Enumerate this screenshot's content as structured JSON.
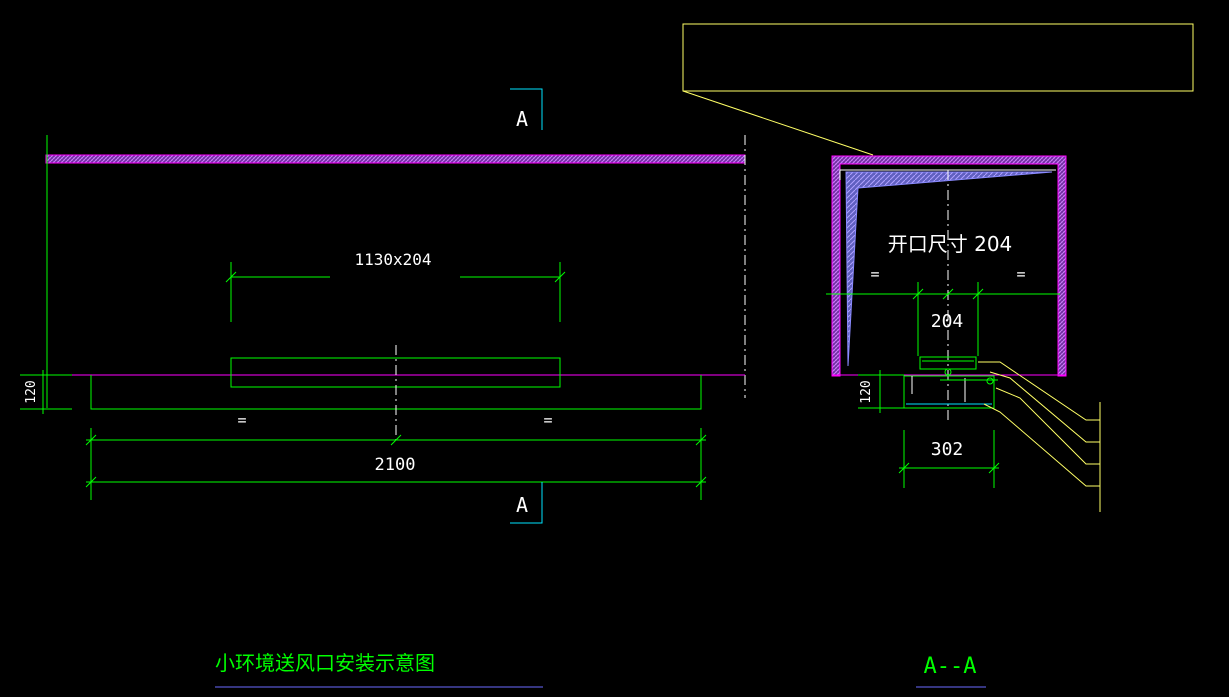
{
  "colors": {
    "background": "#000000",
    "green": "#00ff00",
    "magenta": "#ff00ff",
    "purple_hatch": "#a060ff",
    "white": "#ffffff",
    "yellow": "#ffff66",
    "cyan": "#00e5ff",
    "blue_underline": "#6a6aff"
  },
  "plan_view": {
    "section_marker_top": "A",
    "section_marker_bottom": "A",
    "opening_dimension": "1130x204",
    "overall_width": "2100",
    "height_dimension": "120",
    "equal_left": "=",
    "equal_right": "="
  },
  "section_view": {
    "opening_label": "开口尺寸 204",
    "inner_width": "204",
    "outer_width": "302",
    "height_dimension": "120",
    "equal_left": "=",
    "equal_right": "="
  },
  "titles": {
    "plan_title": "小环境送风口安装示意图",
    "section_title": "A--A"
  },
  "callout_box_text": ""
}
